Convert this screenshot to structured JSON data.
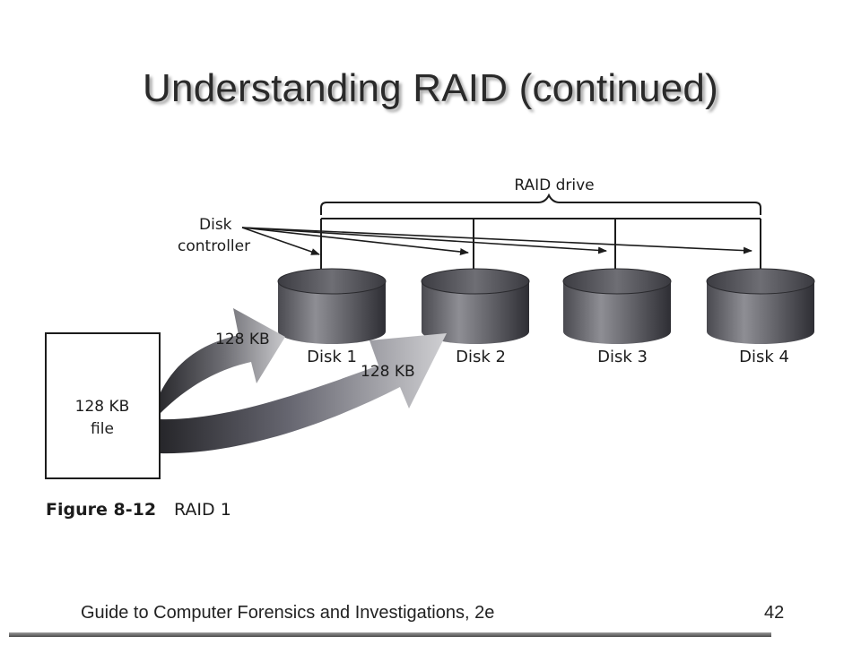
{
  "slide": {
    "title": "Understanding RAID (continued)",
    "footer": "Guide to Computer Forensics and Investigations, 2e",
    "page_number": "42"
  },
  "diagram": {
    "raid_drive_label": "RAID drive",
    "disk_controller_line1": "Disk",
    "disk_controller_line2": "controller",
    "disks": [
      {
        "label": "Disk 1"
      },
      {
        "label": "Disk 2"
      },
      {
        "label": "Disk 3"
      },
      {
        "label": "Disk 4"
      }
    ],
    "file_line1": "128 KB",
    "file_line2": "file",
    "arrow_upper_label": "128 KB",
    "arrow_lower_label": "128 KB",
    "caption_number": "Figure 8-12",
    "caption_text": "RAID 1"
  }
}
